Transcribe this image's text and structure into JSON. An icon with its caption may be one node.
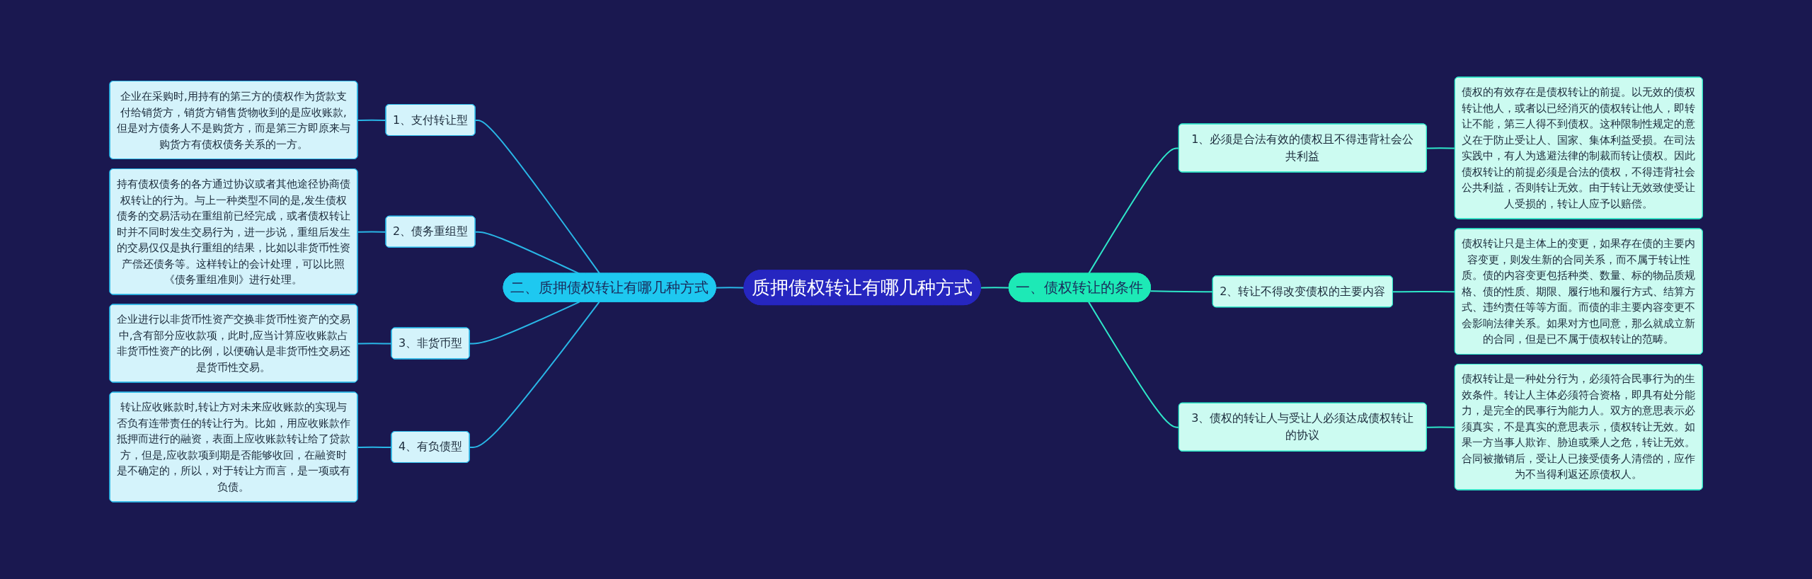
{
  "diagram": {
    "nodes": [
      {
        "text": [
          "质押债权转让有哪几种方式"
        ]
      },
      {
        "text": [
          "二、质押债权转让有哪几种方式"
        ]
      },
      {
        "text": [
          "一、债权转让的条件"
        ]
      },
      {
        "text": [
          "1、支付转让型"
        ]
      },
      {
        "text": [
          "企业在采购时,用持有的第三方的债权作为货款支付给销货方，销货方销售货物收到的是应收账款,但是对方债务人不是购货方，而是第三方即原来与购货方有债权债务关系的一方。"
        ]
      },
      {
        "text": [
          "2、债务重组型"
        ]
      },
      {
        "text": [
          "持有债权债务的各方通过协议或者其他途径协商债权转让的行为。与上一种类型不同的是,发生债权债务的交易活动在重组前已经完成，或者债权转让时并不同时发生交易行为，进一步说，重组后发生的交易仅仅是执行重组的结果，比如以非货币性资产偿还债务等。这样转让的会计处理，可以比照《债务重组准则》进行处理。"
        ]
      },
      {
        "text": [
          "3、非货币型"
        ]
      },
      {
        "text": [
          "企业进行以非货币性资产交换非货币性资产的交易中,含有部分应收款项，此时,应当计算应收账款占非货币性资产的比例，以便确认是非货币性交易还是货币性交易。"
        ]
      },
      {
        "text": [
          "4、有负债型"
        ]
      },
      {
        "text": [
          "转让应收账款时,转让方对未来应收账款的实现与否负有连带责任的转让行为。比如，用应收账款作抵押而进行的融资，表面上应收账款转让给了贷款方，但是,应收款项到期是否能够收回，在融资时是不确定的，所以，对于转让方而言，是一项或有负债。"
        ]
      },
      {
        "text": [
          "1、必须是合法有效的债权且不得违背社会公共利益"
        ]
      },
      {
        "text": [
          "债权的有效存在是债权转让的前提。以无效的债权转让他人，或者以已经消灭的债权转让他人，即转让不能，第三人得不到债权。这种限制性规定的意义在于防止受让人、国家、集体利益受损。在司法实践中，有人为逃避法律的制裁而转让债权。因此债权转让的前提必须是合法的债权，不得违背社会公共利益，否则转让无效。由于转让无效致使受让人受损的，转让人应予以赔偿。"
        ]
      },
      {
        "text": [
          "2、转让不得改变债权的主要内容"
        ]
      },
      {
        "text": [
          "债权转让只是主体上的变更，如果存在债的主要内容变更，则发生新的合同关系，而不属于转让性质。债的内容变更包括种类、数量、标的物品质规格、债的性质、期限、履行地和履行方式、结算方式、违约责任等等方面。而债的非主要内容变更不会影响法律关系。如果对方也同意，那么就成立新的合同，但是已不属于债权转让的范畴。"
        ]
      },
      {
        "text": [
          "3、债权的转让人与受让人必须达成债权转让的协议"
        ]
      },
      {
        "text": [
          "债权转让是一种处分行为，必须符合民事行为的生效条件。转让人主体必须符合资格，即具有处分能力，是完全的民事行为能力人。双方的意思表示必须真实，不是真实的意思表示，债权转让无效。如果一方当事人欺诈、胁迫或乘人之危，转让无效。合同被撤销后，受让人已接受债务人清偿的，应作为不当得利返还原债权人。"
        ]
      }
    ],
    "edges": [
      {
        "from": 1,
        "to": 0,
        "arrow": "none"
      },
      {
        "from": 0,
        "to": 2,
        "arrow": "none",
        "color": "#2ee6c8"
      },
      {
        "from": 3,
        "to": 1,
        "arrow": "none"
      },
      {
        "from": 4,
        "to": 3,
        "arrow": "none"
      },
      {
        "from": 5,
        "to": 1,
        "arrow": "none"
      },
      {
        "from": 6,
        "to": 5,
        "arrow": "none"
      },
      {
        "from": 7,
        "to": 1,
        "arrow": "none"
      },
      {
        "from": 8,
        "to": 7,
        "arrow": "none"
      },
      {
        "from": 9,
        "to": 1,
        "arrow": "none"
      },
      {
        "from": 10,
        "to": 9,
        "arrow": "none"
      },
      {
        "from": 2,
        "to": 11,
        "arrow": "none",
        "color": "#2ee6c8"
      },
      {
        "from": 11,
        "to": 12,
        "arrow": "none",
        "color": "#2ee6c8"
      },
      {
        "from": 2,
        "to": 13,
        "arrow": "none",
        "color": "#2ee6c8"
      },
      {
        "from": 13,
        "to": 14,
        "arrow": "none",
        "color": "#2ee6c8"
      },
      {
        "from": 2,
        "to": 15,
        "arrow": "none",
        "color": "#2ee6c8"
      },
      {
        "from": 15,
        "to": 16,
        "arrow": "none",
        "color": "#2ee6c8"
      }
    ]
  }
}
